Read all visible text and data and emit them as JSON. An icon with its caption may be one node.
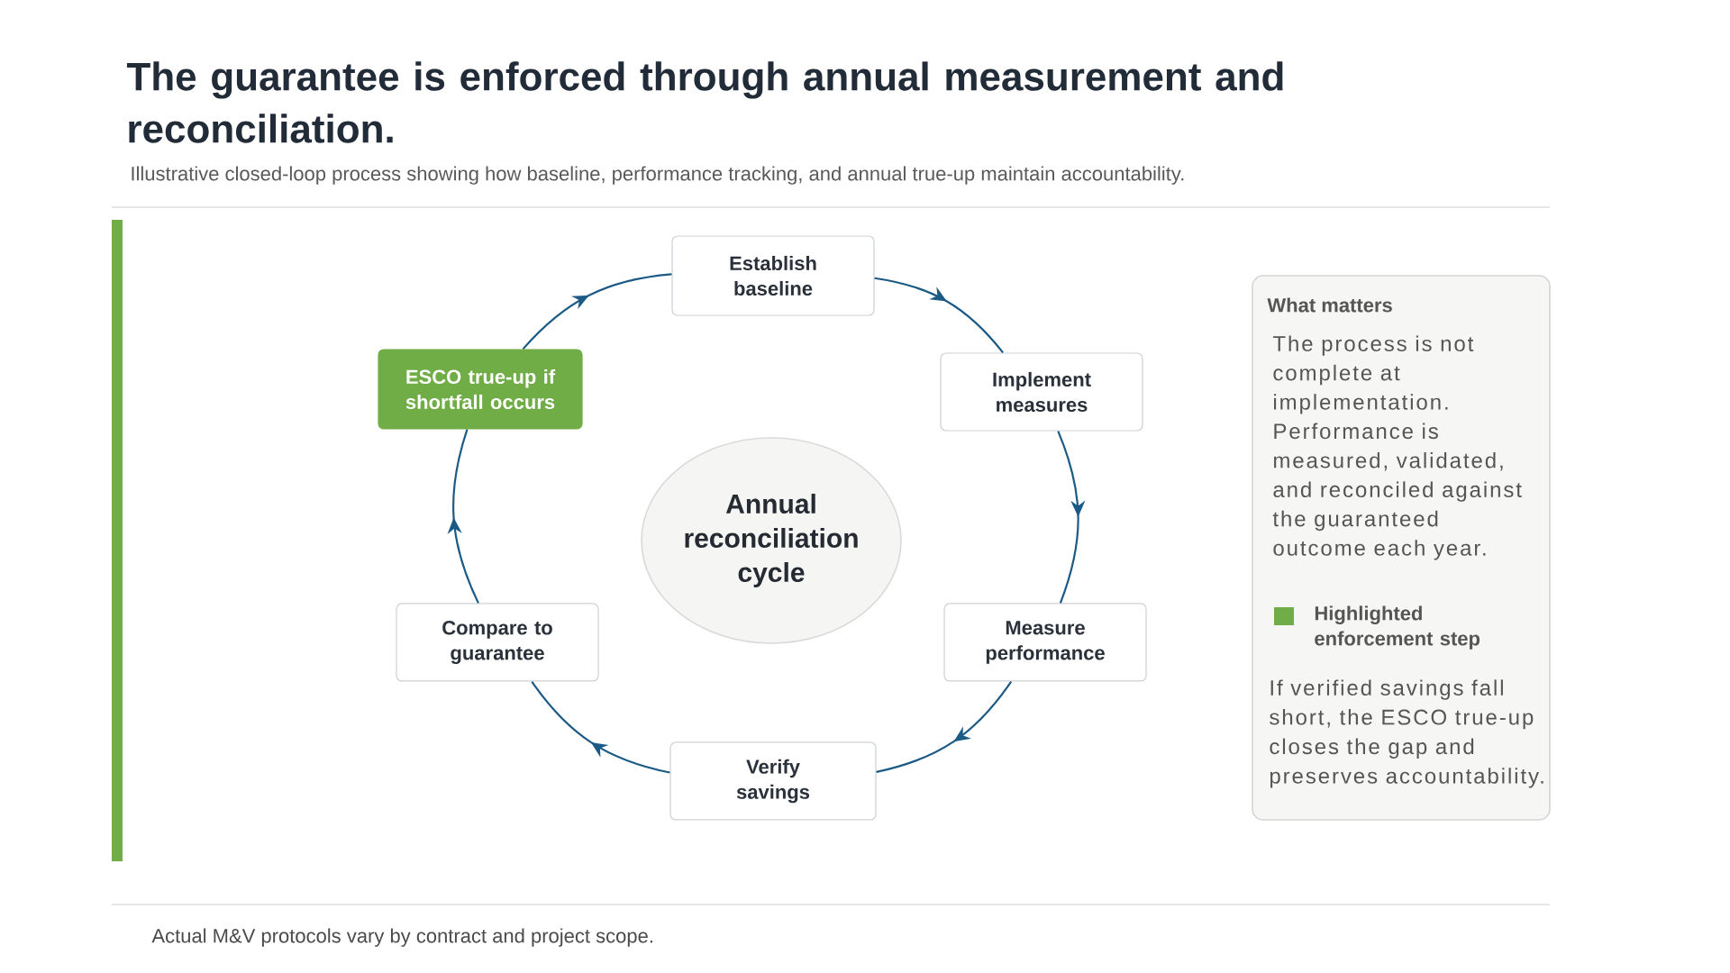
{
  "diagram": {
    "title": "The guarantee is enforced through annual measurement and reconciliation.",
    "nodes": [
      {
        "text": [
          "Establish baseline"
        ]
      },
      {
        "text": [
          "Implement measures"
        ]
      },
      {
        "text": [
          "Measure performance"
        ]
      },
      {
        "text": [
          "Verify savings"
        ]
      },
      {
        "text": [
          "Compare to guarantee"
        ]
      },
      {
        "text": [
          "ESCO true-up if shortfall occurs"
        ]
      },
      {
        "text": [
          "Annual reconciliation cycle"
        ]
      },
      {
        "text": [
          "What matters",
          "The process is not complete at implementation. Performance is measured, validated, and reconciled against the guaranteed outcome each year.",
          "If verified savings fall short, the ESCO true-up closes the gap and preserves accountability."
        ]
      }
    ],
    "edges": [
      {
        "from": 0,
        "to": 1,
        "arrow": "to"
      },
      {
        "from": 1,
        "to": 2,
        "arrow": "to"
      },
      {
        "from": 2,
        "to": 3,
        "arrow": "to"
      },
      {
        "from": 3,
        "to": 4,
        "arrow": "to"
      },
      {
        "from": 4,
        "to": 5,
        "arrow": "to"
      },
      {
        "from": 5,
        "to": 0,
        "arrow": "to"
      }
    ],
    "labels": [
      "Illustrative closed-loop process showing how baseline, performance tracking, and annual true-up maintain accountability.",
      "Actual M&V protocols vary by contract and project scope."
    ],
    "legend": [
      {
        "text": "Highlighted enforcement step",
        "color": "#70ad47"
      }
    ]
  }
}
